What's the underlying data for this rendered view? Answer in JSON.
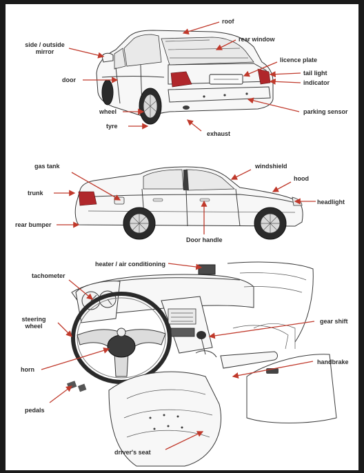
{
  "colors": {
    "arrow": "#c0392b",
    "frame": "#1a1a1a",
    "paper": "#ffffff",
    "text": "#2a2a2a"
  },
  "labels": {
    "roof": "roof",
    "rear_window": "rear window",
    "side_mirror": "side / outside\nmirror",
    "licence_plate": "licence plate",
    "tail_light": "tail light",
    "indicator": "indicator",
    "door": "door",
    "parking_sensor": "parking sensor",
    "wheel": "wheel",
    "tyre": "tyre",
    "exhaust": "exhaust",
    "gas_tank": "gas tank",
    "windshield": "windshield",
    "hood": "hood",
    "trunk": "trunk",
    "headlight": "headlight",
    "rear_bumper": "rear bumper",
    "door_handle": "Door handle",
    "heater": "heater / air conditioning",
    "tachometer": "tachometer",
    "steering_wheel": "steering\nwheel",
    "gear_shift": "gear shift",
    "handbrake": "handbrake",
    "horn": "horn",
    "pedals": "pedals",
    "drivers_seat": "driver's seat"
  }
}
